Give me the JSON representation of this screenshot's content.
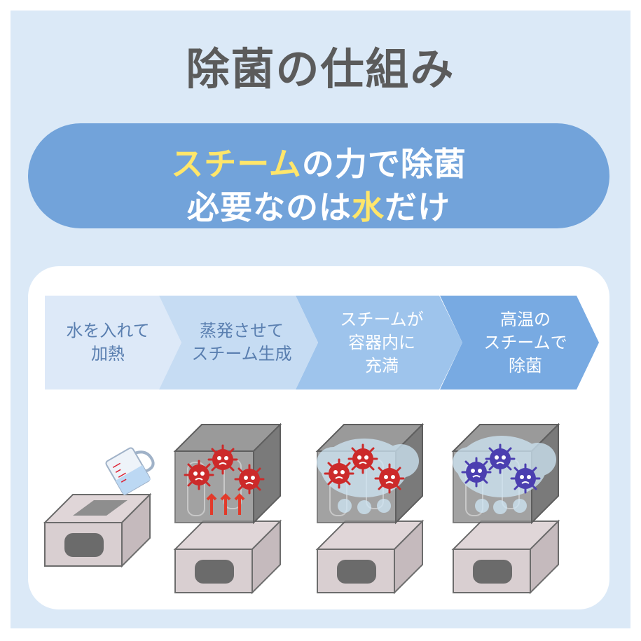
{
  "title": "除菌の仕組み",
  "banner": {
    "line1_highlight": "スチーム",
    "line1_rest": "の力で除菌",
    "line2_pre": "必要なのは",
    "line2_highlight": "水",
    "line2_post": "だけ"
  },
  "steps": [
    {
      "lines": [
        "水を入れて",
        "加熱"
      ]
    },
    {
      "lines": [
        "蒸発させて",
        "スチーム生成"
      ]
    },
    {
      "lines": [
        "スチームが",
        "容器内に",
        "充満"
      ]
    },
    {
      "lines": [
        "高温の",
        "スチームで",
        "除菌"
      ]
    }
  ],
  "colors": {
    "background": "#dbe9f7",
    "banner": "#72a3da",
    "highlight": "#ffe66a",
    "step_colors": [
      "#dde9f8",
      "#c6dcf3",
      "#9ec4ec",
      "#78aae2"
    ],
    "germ_active": "#cc2a2a",
    "germ_killed": "#4b3fb0"
  }
}
